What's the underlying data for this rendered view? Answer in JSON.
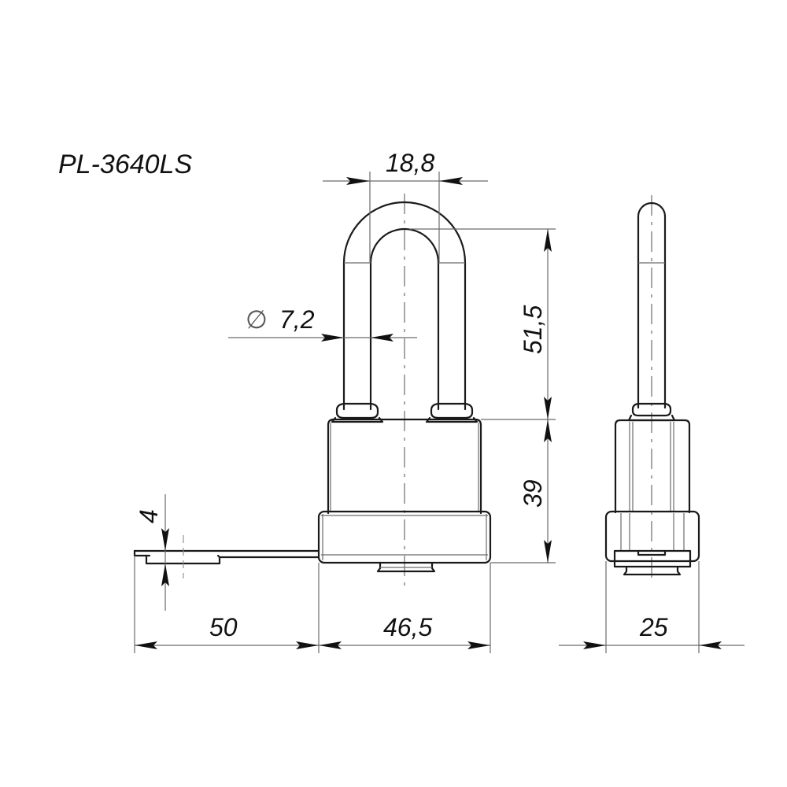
{
  "drawing": {
    "title": "PL-3640LS",
    "type": "technical drawing — padlock with long shackle (front and side views)",
    "colors": {
      "object_line": "#1a1a1a",
      "dimension_line": "#6b6b6b",
      "background": "#ffffff"
    }
  },
  "dimensions": {
    "shackle_width": {
      "value": "18,8",
      "orientation": "horizontal",
      "view": "front"
    },
    "shackle_diameter": {
      "symbol": "∅",
      "value": "7,2",
      "orientation": "horizontal",
      "view": "front"
    },
    "shackle_height": {
      "value": "51,5",
      "orientation": "vertical",
      "view": "front"
    },
    "body_height": {
      "value": "39",
      "orientation": "vertical",
      "view": "front"
    },
    "key_thickness": {
      "value": "4",
      "orientation": "vertical",
      "view": "front"
    },
    "key_length": {
      "value": "50",
      "orientation": "horizontal",
      "view": "front"
    },
    "body_width": {
      "value": "46,5",
      "orientation": "horizontal",
      "view": "front"
    },
    "body_depth": {
      "value": "25",
      "orientation": "horizontal",
      "view": "side"
    }
  },
  "views": [
    {
      "name": "front-view",
      "parts": [
        "shackle",
        "body",
        "bumper-base",
        "keyhole-cylinder",
        "key"
      ]
    },
    {
      "name": "side-view",
      "parts": [
        "shackle",
        "body",
        "bumper-base",
        "keyhole-cylinder"
      ]
    }
  ]
}
